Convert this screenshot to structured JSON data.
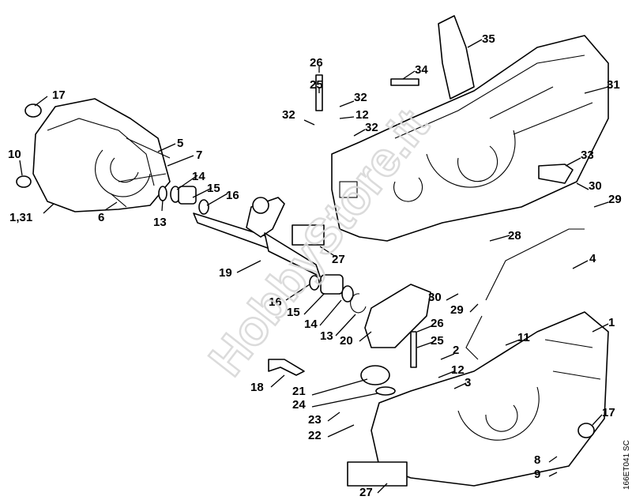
{
  "callouts": [
    "17",
    "10",
    "1,31",
    "6",
    "13",
    "5",
    "7",
    "14",
    "15",
    "16",
    "26",
    "25",
    "32",
    "12",
    "32",
    "32",
    "35",
    "34",
    "31",
    "33",
    "30",
    "29",
    "28",
    "4",
    "27",
    "19",
    "16",
    "15",
    "14",
    "13",
    "20",
    "26",
    "25",
    "2",
    "12",
    "3",
    "11",
    "1",
    "30",
    "29",
    "18",
    "21",
    "24",
    "23",
    "22",
    "17",
    "8",
    "9",
    "27"
  ],
  "drawing_code": "166ET041 SC",
  "watermark": "HobbyStore.it"
}
